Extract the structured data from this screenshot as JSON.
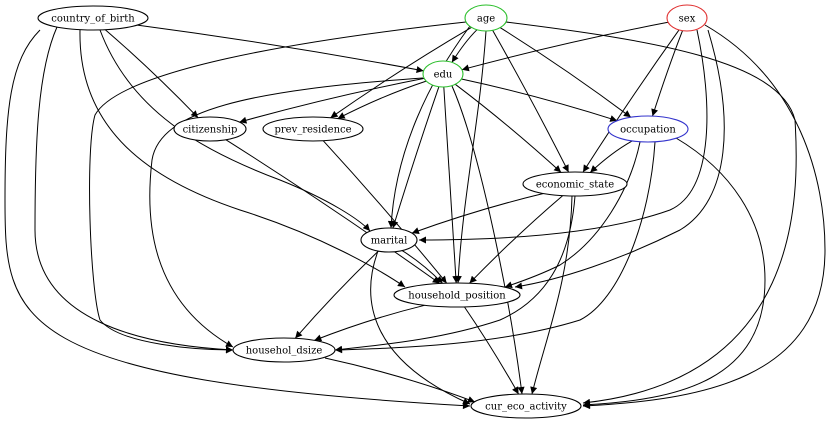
{
  "diagram": {
    "nodes": [
      {
        "id": "country_of_birth",
        "label": "country_of_birth",
        "color": "#000000"
      },
      {
        "id": "age",
        "label": "age",
        "color": "#2bbf2b"
      },
      {
        "id": "sex",
        "label": "sex",
        "color": "#e03030"
      },
      {
        "id": "edu",
        "label": "edu",
        "color": "#2bbf2b"
      },
      {
        "id": "citizenship",
        "label": "citizenship",
        "color": "#000000"
      },
      {
        "id": "prev_residence",
        "label": "prev_residence",
        "color": "#000000"
      },
      {
        "id": "occupation",
        "label": "occupation",
        "color": "#3333cc"
      },
      {
        "id": "economic_state",
        "label": "economic_state",
        "color": "#000000"
      },
      {
        "id": "marital",
        "label": "marital",
        "color": "#000000"
      },
      {
        "id": "household_position",
        "label": "household_position",
        "color": "#000000"
      },
      {
        "id": "househol_dsize",
        "label": "househol_dsize",
        "color": "#000000"
      },
      {
        "id": "cur_eco_activity",
        "label": "cur_eco_activity",
        "color": "#000000"
      }
    ],
    "edges": [
      {
        "from": "country_of_birth",
        "to": "edu"
      },
      {
        "from": "country_of_birth",
        "to": "citizenship"
      },
      {
        "from": "country_of_birth",
        "to": "marital"
      },
      {
        "from": "country_of_birth",
        "to": "household_position"
      },
      {
        "from": "country_of_birth",
        "to": "househol_dsize"
      },
      {
        "from": "country_of_birth",
        "to": "cur_eco_activity"
      },
      {
        "from": "age",
        "to": "edu"
      },
      {
        "from": "age",
        "to": "prev_residence"
      },
      {
        "from": "age",
        "to": "occupation"
      },
      {
        "from": "age",
        "to": "economic_state"
      },
      {
        "from": "age",
        "to": "marital"
      },
      {
        "from": "age",
        "to": "household_position"
      },
      {
        "from": "age",
        "to": "househol_dsize"
      },
      {
        "from": "age",
        "to": "cur_eco_activity"
      },
      {
        "from": "sex",
        "to": "edu"
      },
      {
        "from": "sex",
        "to": "occupation"
      },
      {
        "from": "sex",
        "to": "economic_state"
      },
      {
        "from": "sex",
        "to": "marital"
      },
      {
        "from": "sex",
        "to": "household_position"
      },
      {
        "from": "sex",
        "to": "cur_eco_activity"
      },
      {
        "from": "edu",
        "to": "citizenship"
      },
      {
        "from": "edu",
        "to": "prev_residence"
      },
      {
        "from": "edu",
        "to": "occupation"
      },
      {
        "from": "edu",
        "to": "economic_state"
      },
      {
        "from": "edu",
        "to": "marital"
      },
      {
        "from": "edu",
        "to": "household_position"
      },
      {
        "from": "edu",
        "to": "househol_dsize"
      },
      {
        "from": "edu",
        "to": "cur_eco_activity"
      },
      {
        "from": "citizenship",
        "to": "household_position"
      },
      {
        "from": "prev_residence",
        "to": "household_position"
      },
      {
        "from": "occupation",
        "to": "economic_state"
      },
      {
        "from": "occupation",
        "to": "household_position"
      },
      {
        "from": "occupation",
        "to": "househol_dsize"
      },
      {
        "from": "occupation",
        "to": "cur_eco_activity"
      },
      {
        "from": "economic_state",
        "to": "marital"
      },
      {
        "from": "economic_state",
        "to": "household_position"
      },
      {
        "from": "economic_state",
        "to": "househol_dsize"
      },
      {
        "from": "economic_state",
        "to": "cur_eco_activity"
      },
      {
        "from": "marital",
        "to": "household_position"
      },
      {
        "from": "marital",
        "to": "househol_dsize"
      },
      {
        "from": "marital",
        "to": "cur_eco_activity"
      },
      {
        "from": "household_position",
        "to": "househol_dsize"
      },
      {
        "from": "household_position",
        "to": "cur_eco_activity"
      },
      {
        "from": "househol_dsize",
        "to": "cur_eco_activity"
      }
    ]
  }
}
